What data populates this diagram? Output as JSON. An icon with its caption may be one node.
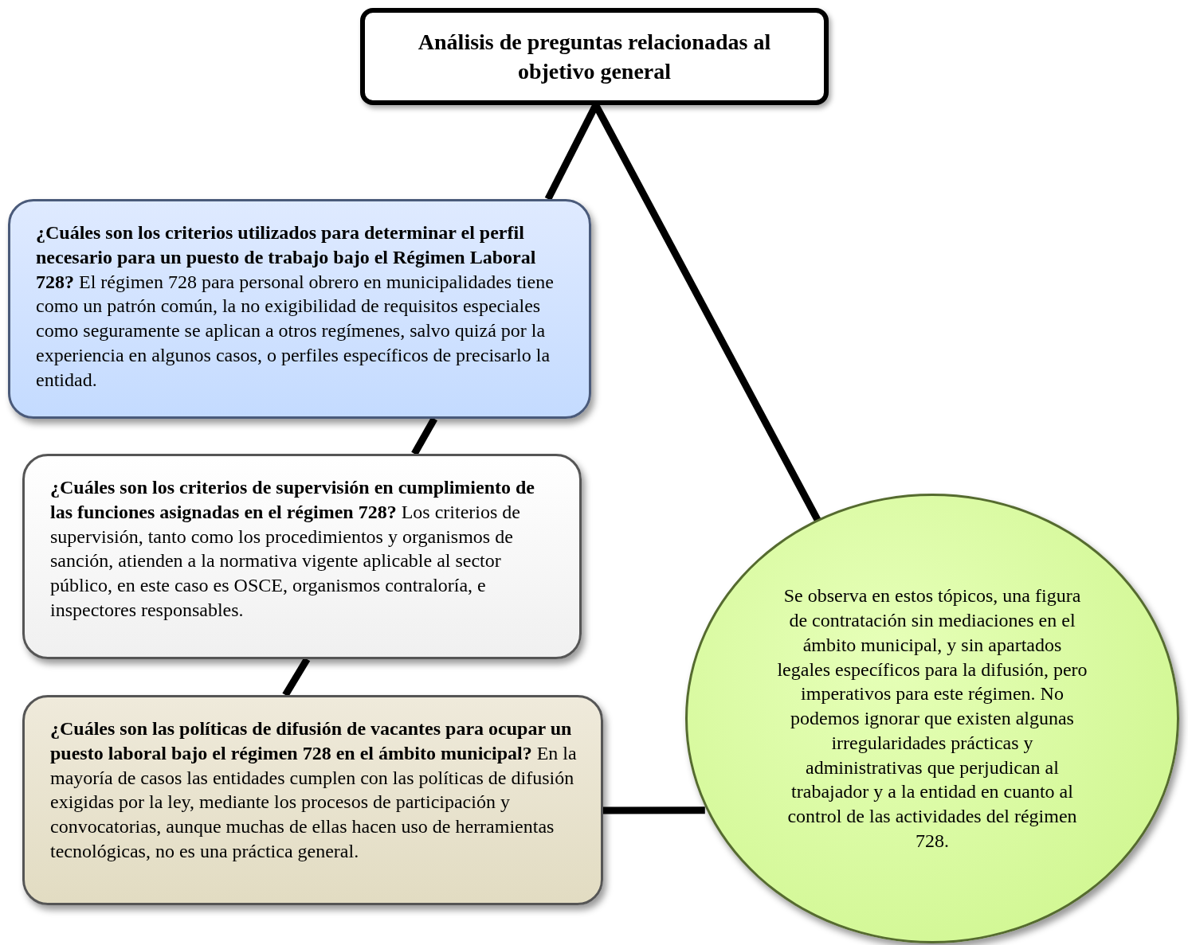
{
  "diagram": {
    "nodes": [
      {
        "text": [
          "Análisis de preguntas relacionadas al objetivo general"
        ]
      },
      {
        "text": [
          "**¿Cuáles son los criterios utilizados para determinar el perfil necesario para un puesto de trabajo bajo el Régimen Laboral 728?** El régimen 728 para personal obrero en municipalidades tiene como un patrón común, la no exigibilidad de requisitos especiales como seguramente se aplican a otros regímenes, salvo quizá por la experiencia en algunos casos, o perfiles específicos de precisarlo la entidad."
        ]
      },
      {
        "text": [
          "**¿Cuáles son los criterios de supervisión en cumplimiento de las funciones asignadas en el régimen 728?** Los criterios de supervisión, tanto como los procedimientos y organismos de sanción, atienden a la normativa vigente aplicable al sector público, en este caso es OSCE, organismos contraloría, e inspectores responsables."
        ]
      },
      {
        "text": [
          "**¿Cuáles son las políticas de difusión de vacantes para ocupar un puesto laboral bajo el régimen 728 en el ámbito municipal?** En la mayoría de casos las entidades cumplen con las políticas de difusión exigidas por la ley, mediante los procesos de participación y convocatorias, aunque muchas de ellas hacen uso de herramientas tecnológicas, no es una práctica general."
        ]
      },
      {
        "text": [
          "Se observa en estos tópicos, una figura de contratación sin mediaciones en el ámbito municipal, y sin apartados legales específicos para la difusión, pero imperativos para este régimen. No podemos ignorar que existen algunas irregularidades prácticas y administrativas que perjudican al trabajador y a la entidad en cuanto al control de las actividades del régimen 728."
        ]
      }
    ],
    "edges": [
      {
        "from": 0,
        "to": 1,
        "arrow": "none"
      },
      {
        "from": 1,
        "to": 2,
        "arrow": "none"
      },
      {
        "from": 2,
        "to": 3,
        "arrow": "none"
      },
      {
        "from": 3,
        "to": 4,
        "arrow": "none"
      },
      {
        "from": 0,
        "to": 4,
        "arrow": "none"
      }
    ]
  }
}
